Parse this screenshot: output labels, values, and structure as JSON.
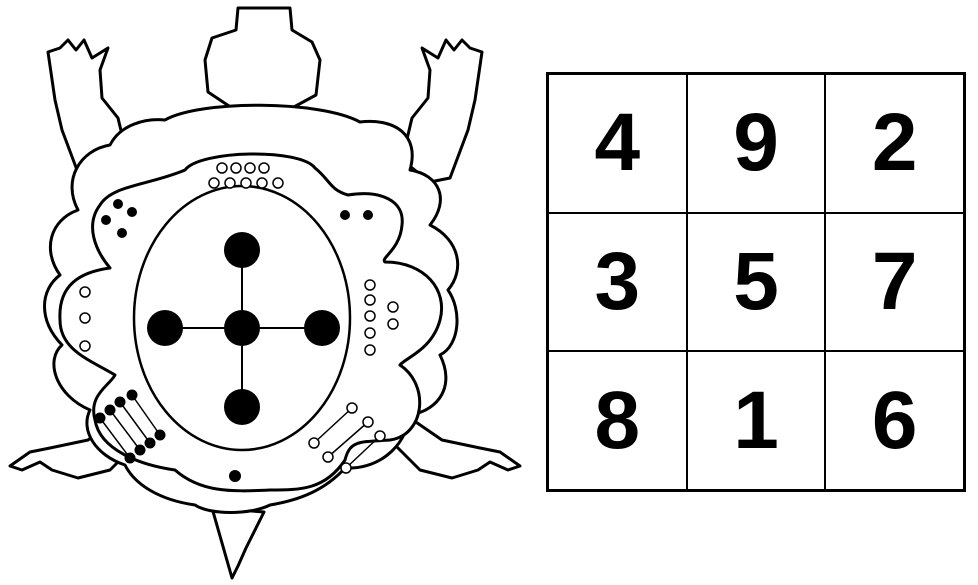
{
  "magic_square": {
    "rows": [
      [
        "4",
        "9",
        "2"
      ],
      [
        "3",
        "5",
        "7"
      ],
      [
        "8",
        "1",
        "6"
      ]
    ]
  }
}
